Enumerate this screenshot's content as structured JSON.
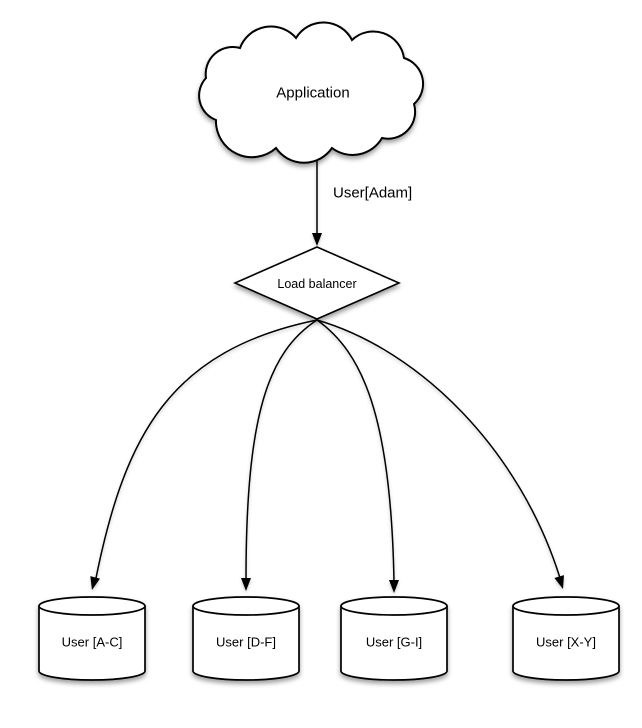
{
  "diagram": {
    "nodes": {
      "application": {
        "label": "Application",
        "shape": "cloud"
      },
      "load_balancer": {
        "label": "Load balancer",
        "shape": "diamond"
      },
      "shards": [
        {
          "label": "User [A-C]",
          "shape": "cylinder"
        },
        {
          "label": "User [D-F]",
          "shape": "cylinder"
        },
        {
          "label": "User [G-I]",
          "shape": "cylinder"
        },
        {
          "label": "User [X-Y]",
          "shape": "cylinder"
        }
      ]
    },
    "edges": {
      "app_to_lb": {
        "from": "application",
        "to": "load_balancer",
        "label": "User[Adam]"
      },
      "fan_out": [
        {
          "from": "load_balancer",
          "to": "shard-1",
          "label": ""
        },
        {
          "from": "load_balancer",
          "to": "shard-2",
          "label": ""
        },
        {
          "from": "load_balancer",
          "to": "shard-3",
          "label": ""
        },
        {
          "from": "load_balancer",
          "to": "shard-4",
          "label": ""
        }
      ]
    },
    "colors": {
      "background": "#ffffff",
      "shape_fill": "#ffffff",
      "stroke": "#000000",
      "text": "#000000",
      "shadow": "rgba(0,0,0,0.38)"
    }
  }
}
